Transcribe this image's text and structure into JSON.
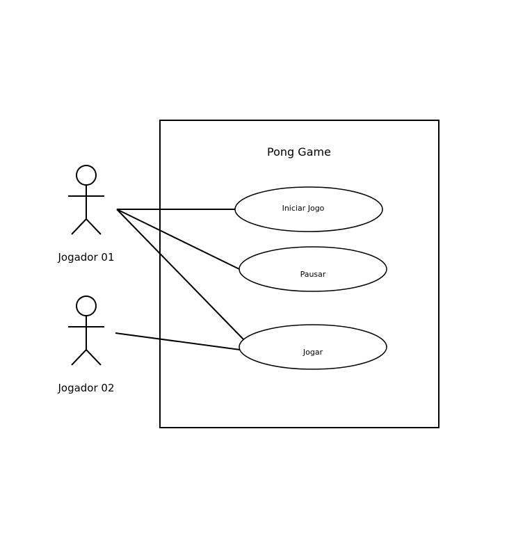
{
  "diagram": {
    "type": "use-case",
    "system": {
      "title": "Pong Game"
    },
    "actors": [
      {
        "id": "actor-1",
        "label": "Jogador 01"
      },
      {
        "id": "actor-2",
        "label": "Jogador 02"
      }
    ],
    "use_cases": [
      {
        "id": "uc-iniciar",
        "label": "Iniciar Jogo"
      },
      {
        "id": "uc-pausar",
        "label": "Pausar"
      },
      {
        "id": "uc-jogar",
        "label": "Jogar"
      }
    ],
    "associations": [
      {
        "from": "actor-1",
        "to": "uc-iniciar"
      },
      {
        "from": "actor-1",
        "to": "uc-pausar"
      },
      {
        "from": "actor-1",
        "to": "uc-jogar"
      },
      {
        "from": "actor-2",
        "to": "uc-jogar"
      }
    ],
    "colors": {
      "stroke": "#000000",
      "background": "#ffffff"
    }
  }
}
